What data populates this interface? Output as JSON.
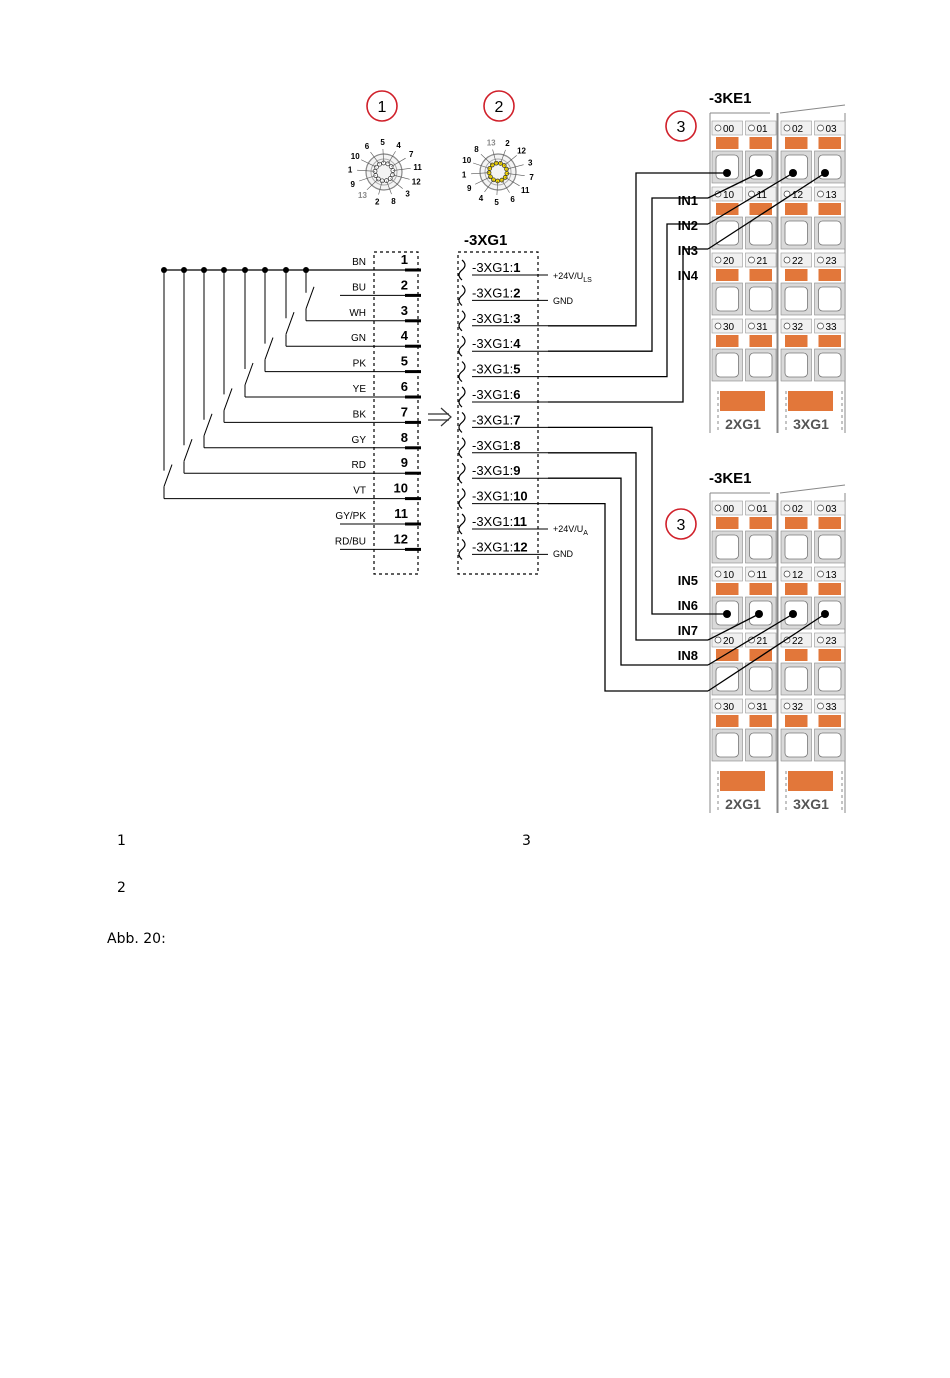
{
  "callouts": {
    "connector1": "1",
    "connector2": "2",
    "module_top": "3",
    "module_bottom": "3"
  },
  "connector1_pins": [
    "6",
    "5",
    "4",
    "7",
    "11",
    "12",
    "3",
    "8",
    "2",
    "13",
    "9",
    "1",
    "10"
  ],
  "connector2_pins": [
    "4",
    "5",
    "6",
    "11",
    "7",
    "3",
    "12",
    "2",
    "13",
    "8",
    "10",
    "1",
    "9"
  ],
  "wires": [
    {
      "color": "BN",
      "pin": "1"
    },
    {
      "color": "BU",
      "pin": "2"
    },
    {
      "color": "WH",
      "pin": "3"
    },
    {
      "color": "GN",
      "pin": "4"
    },
    {
      "color": "PK",
      "pin": "5"
    },
    {
      "color": "YE",
      "pin": "6"
    },
    {
      "color": "BK",
      "pin": "7"
    },
    {
      "color": "GY",
      "pin": "8"
    },
    {
      "color": "RD",
      "pin": "9"
    },
    {
      "color": "VT",
      "pin": "10"
    },
    {
      "color": "GY/PK",
      "pin": "11"
    },
    {
      "color": "RD/BU",
      "pin": "12"
    }
  ],
  "connector_block": {
    "title": "-3XG1",
    "terminal_prefix": "-3XG1:",
    "terminals": [
      "1",
      "2",
      "3",
      "4",
      "5",
      "6",
      "7",
      "8",
      "9",
      "10",
      "11",
      "12"
    ]
  },
  "supply_labels": {
    "t1_main": "+24V/U",
    "t1_sub": "LS",
    "t2": "GND",
    "t11_main": "+24V/U",
    "t11_sub": "A",
    "t12": "GND"
  },
  "modules": [
    {
      "title": "-3KE1",
      "rows": [
        [
          "00",
          "01",
          "02",
          "03"
        ],
        [
          "10",
          "11",
          "12",
          "13"
        ],
        [
          "20",
          "21",
          "22",
          "23"
        ],
        [
          "30",
          "31",
          "32",
          "33"
        ]
      ],
      "inputs": [
        "IN1",
        "IN2",
        "IN3",
        "IN4"
      ],
      "footer": [
        "2XG1",
        "3XG1"
      ]
    },
    {
      "title": "-3KE1",
      "rows": [
        [
          "00",
          "01",
          "02",
          "03"
        ],
        [
          "10",
          "11",
          "12",
          "13"
        ],
        [
          "20",
          "21",
          "22",
          "23"
        ],
        [
          "30",
          "31",
          "32",
          "33"
        ]
      ],
      "inputs": [
        "IN5",
        "IN6",
        "IN7",
        "IN8"
      ],
      "footer": [
        "2XG1",
        "3XG1"
      ]
    }
  ],
  "legend": {
    "item1": "1",
    "item2": "2",
    "item3": "3"
  },
  "caption": "Abb. 20:",
  "colors": {
    "accent_orange": "#e2773a",
    "callout_red": "#d0202a",
    "terminal_gray": "#d9d9d9"
  }
}
